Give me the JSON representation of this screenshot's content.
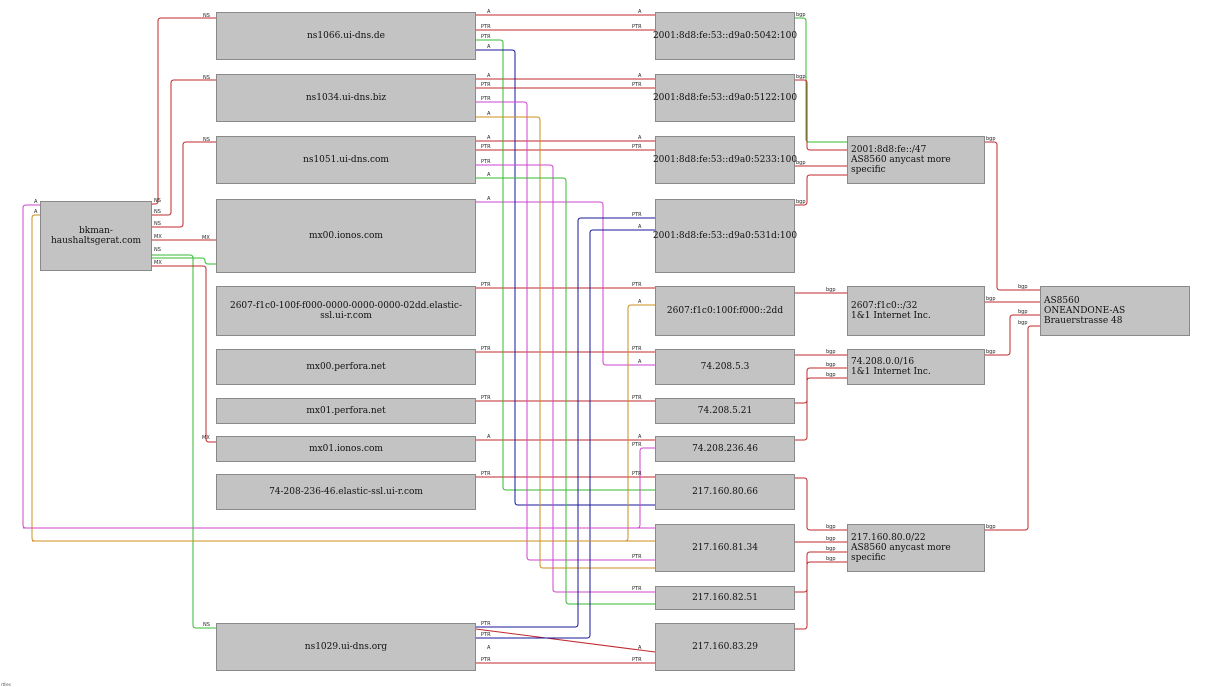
{
  "domain_node": "bkman-haushaltsgerat.com",
  "nameservers": [
    "ns1066.ui-dns.de",
    "ns1034.ui-dns.biz",
    "ns1051.ui-dns.com",
    "ns1029.ui-dns.org"
  ],
  "mail_servers": [
    "mx00.ionos.com",
    "mx00.perfora.net",
    "mx01.perfora.net",
    "mx01.ionos.com"
  ],
  "elastic_hosts": [
    "2607-f1c0-100f-f000-0000-0000-0000-02dd.elastic-ssl.ui-r.com",
    "74-208-236-46.elastic-ssl.ui-r.com"
  ],
  "ip_addresses": [
    "2001:8d8:fe:53::d9a0:5042:100",
    "2001:8d8:fe:53::d9a0:5122:100",
    "2001:8d8:fe:53::d9a0:5233:100",
    "2001:8d8:fe:53::d9a0:531d:100",
    "2607:f1c0:100f:f000::2dd",
    "74.208.5.3",
    "74.208.5.21",
    "74.208.236.46",
    "217.160.80.66",
    "217.160.81.34",
    "217.160.82.51",
    "217.160.83.29"
  ],
  "prefixes": [
    {
      "line1": "2001:8d8:fe::/47",
      "line2": "AS8560 anycast more specific"
    },
    {
      "line1": "2607:f1c0::/32",
      "line2": "1&1 Internet Inc."
    },
    {
      "line1": "74.208.0.0/16",
      "line2": "1&1 Internet Inc."
    },
    {
      "line1": "217.160.80.0/22",
      "line2": "AS8560 anycast more specific"
    }
  ],
  "asn": {
    "line1": "AS8560",
    "line2": "ONEANDONE-AS Brauerstrasse 48"
  },
  "edge_labels": {
    "a": "A",
    "ptr": "PTR",
    "ns": "NS",
    "mx": "MX",
    "bgp": "bgp"
  },
  "colors": {
    "dark_red": "#c0282d",
    "magenta": "#cc44cc",
    "green": "#33bb33",
    "navy": "#1a1a99",
    "orange": "#cc8f1e",
    "node_fill": "#c3c3c3"
  },
  "footer": "rtlles"
}
